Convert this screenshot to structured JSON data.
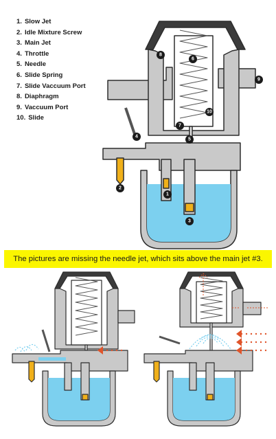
{
  "legend": [
    {
      "num": "1.",
      "label": "Slow Jet"
    },
    {
      "num": "2.",
      "label": "Idle Mixture Screw"
    },
    {
      "num": "3.",
      "label": "Main Jet"
    },
    {
      "num": "4.",
      "label": "Throttle"
    },
    {
      "num": "5.",
      "label": "Needle"
    },
    {
      "num": "6.",
      "label": "Slide Spring"
    },
    {
      "num": "7.",
      "label": "Slide Vaccuum Port"
    },
    {
      "num": "8.",
      "label": "Diaphragm"
    },
    {
      "num": "9.",
      "label": "Vaccuum Port"
    },
    {
      "num": "10.",
      "label": "Slide"
    }
  ],
  "callouts": [
    "1",
    "2",
    "3",
    "4",
    "5",
    "6",
    "7",
    "8",
    "9",
    "10"
  ],
  "note": "The pictures are missing the needle jet, which sits above the main jet #3.",
  "colors": {
    "body": "#c9c9c9",
    "outline": "#2d2d2d",
    "fuel": "#7cd0ef",
    "jet": "#f0b01a",
    "callout": "#1b1b1b",
    "arrow": "#e0542a",
    "note_bg": "#fbf600"
  }
}
